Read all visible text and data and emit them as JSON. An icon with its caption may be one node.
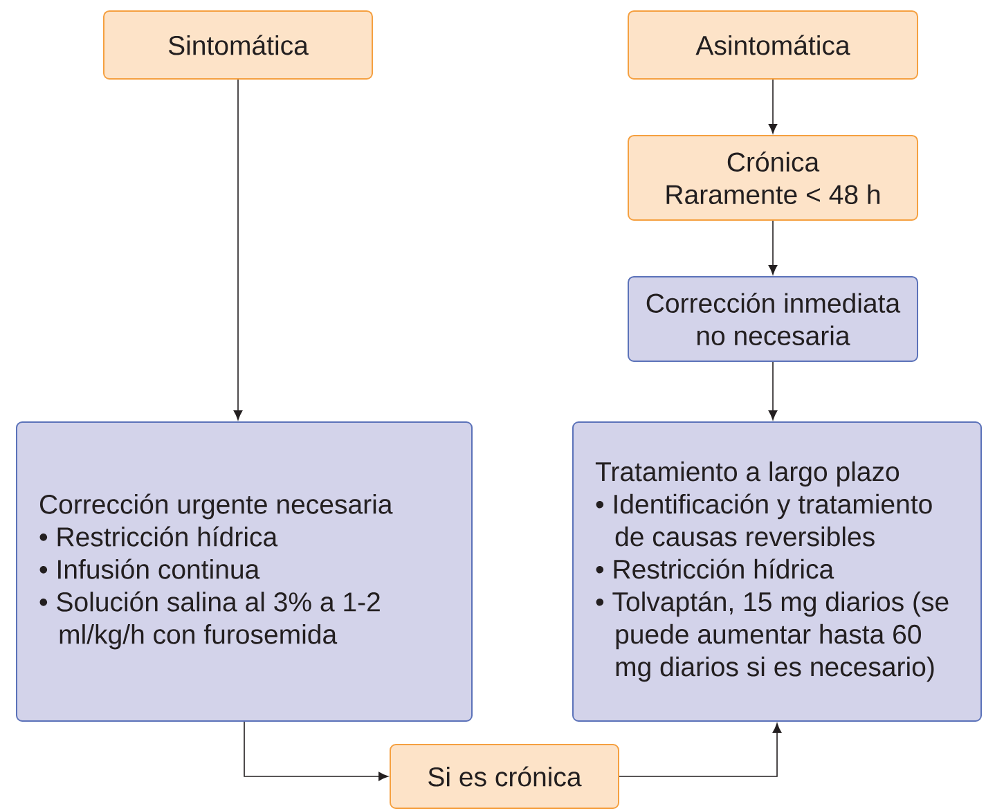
{
  "diagram": {
    "nodes": [
      {
        "text": [
          "Sintomática"
        ]
      },
      {
        "text": [
          "Asintomática"
        ]
      },
      {
        "text": [
          "Crónica",
          "Raramente < 48 h"
        ]
      },
      {
        "text": [
          "Corrección inmediata no necesaria"
        ]
      },
      {
        "text": [
          "Corrección urgente necesaria",
          "• Restricción hídrica",
          "• Infusión continua",
          "• Solución salina al 3% a 1-2 ml/kg/h con furosemida"
        ]
      },
      {
        "text": [
          "Tratamiento a largo plazo",
          "• Identificación y tratamiento de causas reversibles",
          "• Restricción hídrica",
          "• Tolvaptán, 15 mg diarios (se puede aumentar hasta 60 mg diarios si es necesario)"
        ]
      },
      {
        "text": [
          "Si es crónica"
        ]
      }
    ],
    "edges": [
      {
        "from": 0,
        "to": 4,
        "arrow": "to"
      },
      {
        "from": 1,
        "to": 2,
        "arrow": "to"
      },
      {
        "from": 2,
        "to": 3,
        "arrow": "to"
      },
      {
        "from": 3,
        "to": 5,
        "arrow": "to"
      },
      {
        "from": 4,
        "to": 6,
        "arrow": "to"
      },
      {
        "from": 6,
        "to": 5,
        "arrow": "to"
      }
    ]
  }
}
